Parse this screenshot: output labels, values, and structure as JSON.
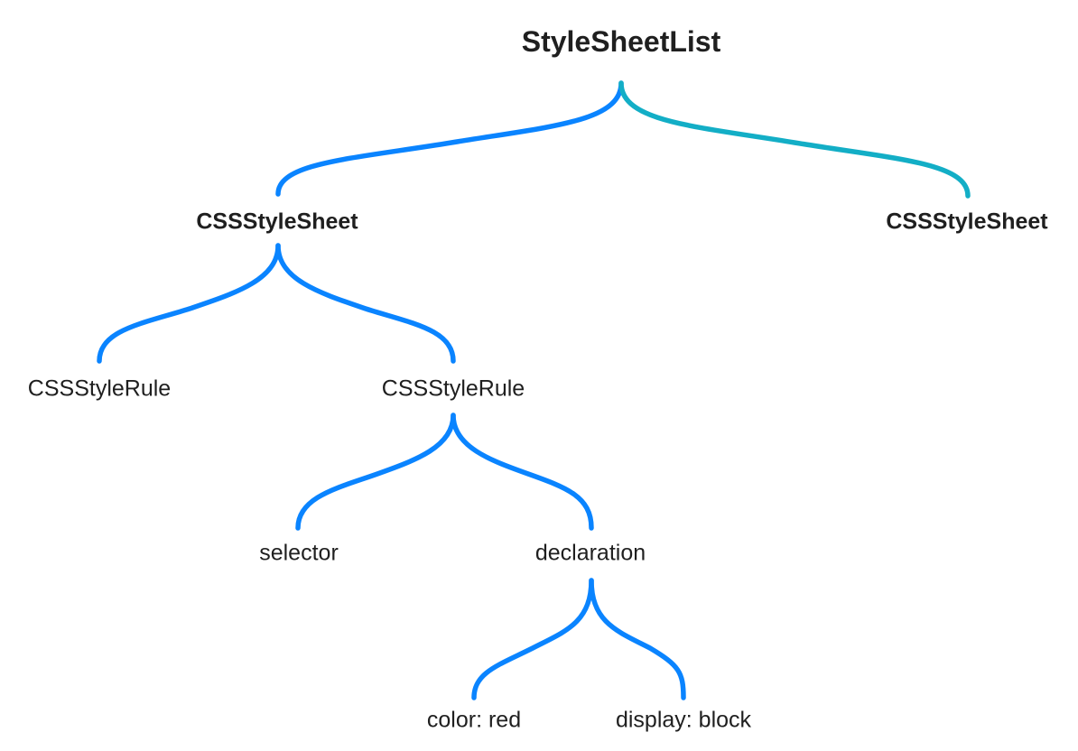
{
  "colors": {
    "edge_blue": "#0a84ff",
    "edge_teal": "#13aec6",
    "text": "#1f1f1f"
  },
  "tree": {
    "root": "StyleSheetList",
    "sheet_left": "CSSStyleSheet",
    "sheet_right": "CSSStyleSheet",
    "rule_left": "CSSStyleRule",
    "rule_right": "CSSStyleRule",
    "selector": "selector",
    "declaration": "declaration",
    "color_decl": "color: red",
    "display_decl": "display: block"
  }
}
